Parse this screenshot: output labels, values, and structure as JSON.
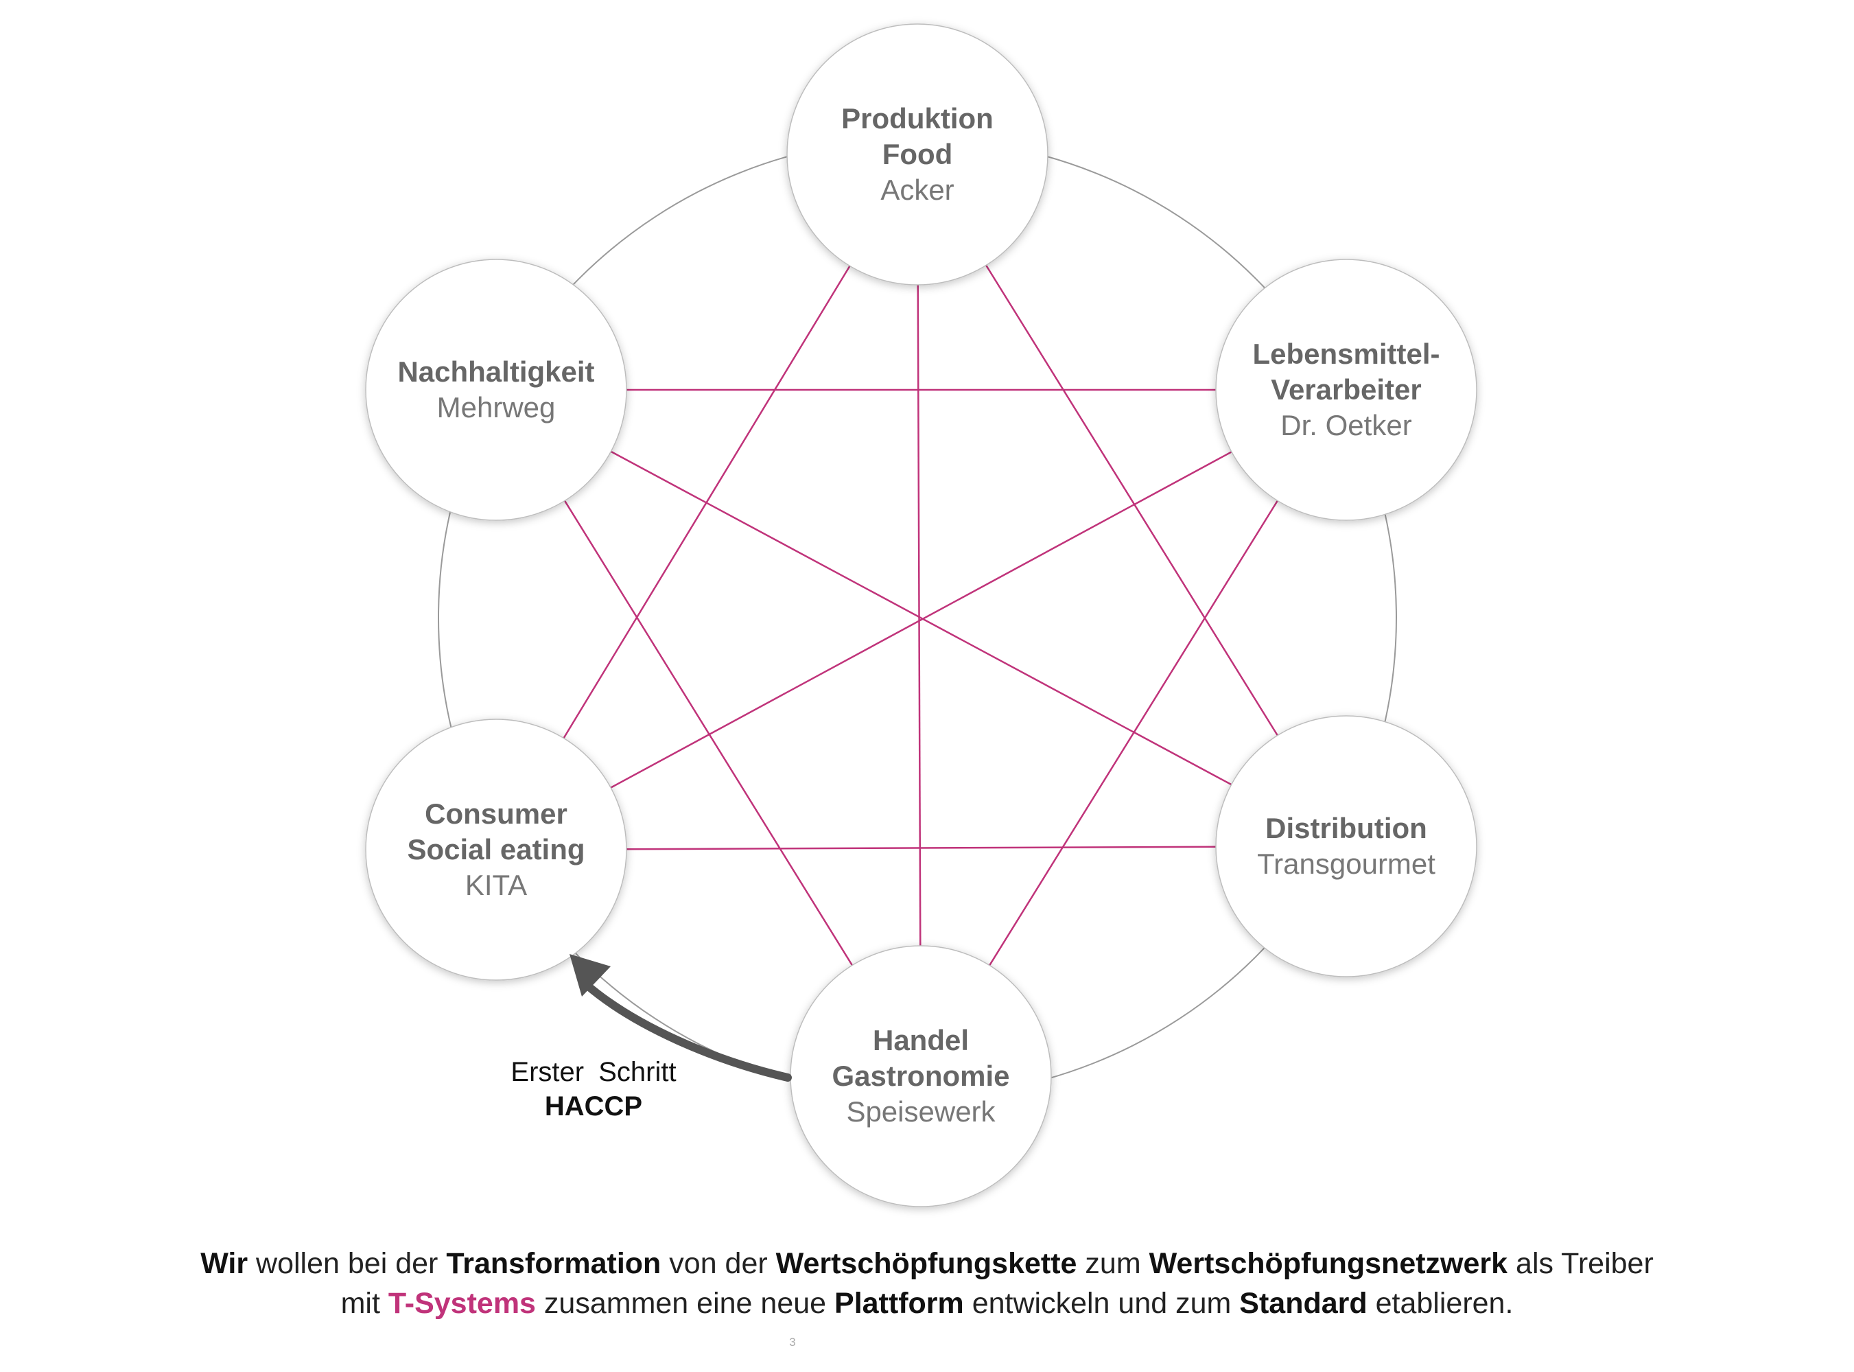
{
  "nodes": [
    {
      "id": "produktion",
      "title": [
        "Produktion",
        "Food"
      ],
      "subtitle": "Acker",
      "icon": "circle"
    },
    {
      "id": "lebensmittel",
      "title": [
        "Lebensmittel-",
        "Verarbeiter"
      ],
      "subtitle": "Dr. Oetker",
      "icon": "circle"
    },
    {
      "id": "distribution",
      "title": [
        "Distribution"
      ],
      "subtitle": "Transgourmet",
      "icon": "circle"
    },
    {
      "id": "handel",
      "title": [
        "Handel",
        "Gastronomie"
      ],
      "subtitle": "Speisewerk",
      "icon": "circle"
    },
    {
      "id": "consumer",
      "title": [
        "Consumer",
        "Social eating"
      ],
      "subtitle": "KITA",
      "icon": "circle"
    },
    {
      "id": "nachhaltigkeit",
      "title": [
        "Nachhaltigkeit"
      ],
      "subtitle": "Mehrweg",
      "icon": "circle"
    }
  ],
  "first_step": {
    "word1": "Erster",
    "word2": "Schritt",
    "label": "HACCP",
    "arrow_icon": "curved-arrow-icon"
  },
  "caption": {
    "line1": [
      {
        "text": "Wir",
        "style": "bold"
      },
      {
        "text": " wollen bei der ",
        "style": "normal"
      },
      {
        "text": "Transformation",
        "style": "bold"
      },
      {
        "text": " von der ",
        "style": "normal"
      },
      {
        "text": "Wertschöpfungskette",
        "style": "bold"
      },
      {
        "text": " zum ",
        "style": "normal"
      },
      {
        "text": "Wertschöpfungsnetzwerk",
        "style": "bold"
      },
      {
        "text": " als Treiber",
        "style": "normal"
      }
    ],
    "line2": [
      {
        "text": "mit ",
        "style": "normal"
      },
      {
        "text": "T-Systems",
        "style": "accent"
      },
      {
        "text": " zusammen eine neue ",
        "style": "normal"
      },
      {
        "text": "Plattform",
        "style": "bold"
      },
      {
        "text": " entwickeln und zum ",
        "style": "normal"
      },
      {
        "text": "Standard",
        "style": "bold"
      },
      {
        "text": " etablieren.",
        "style": "normal"
      }
    ]
  },
  "page_number": "3",
  "colors": {
    "network_line": "#c0337a",
    "ring": "#9a9a9a",
    "arrow": "#555555",
    "node_text": "#666666",
    "accent": "#c0337a"
  }
}
